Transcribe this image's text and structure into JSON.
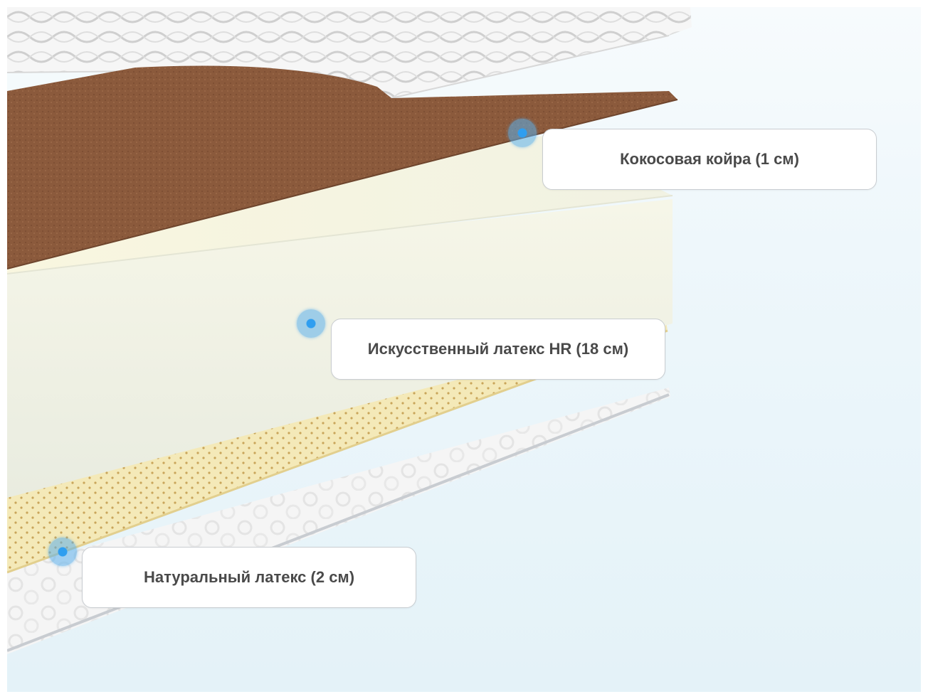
{
  "layers": [
    {
      "id": "coconut",
      "label": "Кокосовая койра (1 см)"
    },
    {
      "id": "hr-foam",
      "label": "Искусственный латекс HR (18 см)"
    },
    {
      "id": "natural-latex",
      "label": "Натуральный латекс (2 см)"
    }
  ],
  "colors": {
    "background": "#e8f4f9",
    "coconut": "#8b5a3c",
    "foam": "#eef0e2",
    "latex": "#f3e7b4",
    "cover": "#f4f4f4",
    "hotspot": "#2f9ef0",
    "label_text": "#4a4a4a"
  }
}
